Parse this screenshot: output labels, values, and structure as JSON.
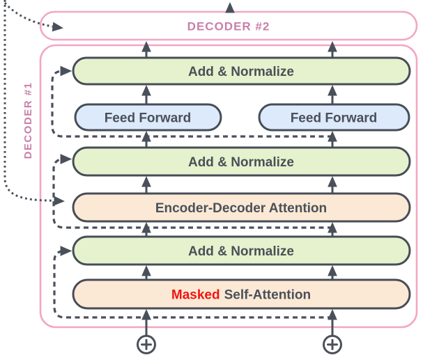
{
  "diagram": {
    "title": "transformer-decoder-stack",
    "decoder2": {
      "label": "DECODER #2"
    },
    "decoder1": {
      "label": "DECODER #1"
    },
    "blocks": {
      "add_normalize": "Add & Normalize",
      "feed_forward": "Feed Forward",
      "encoder_decoder_attention": "Encoder-Decoder Attention",
      "masked": "Masked",
      "self_attention": "Self-Attention"
    },
    "icons": {
      "positional_add": "plus-circle",
      "arrows": "up-arrow",
      "residual_connection": "dashed-arrow",
      "encoder_output": "dotted-arrow"
    },
    "colors": {
      "pink_border": "#f3a6c3",
      "pink_text": "#c97fa9",
      "green_fill": "#e6f2cd",
      "blue_fill": "#dceafb",
      "peach_fill": "#fce9d5",
      "stroke_dark": "#4a505a",
      "masked_red": "#ef1515",
      "background": "#ffffff"
    }
  }
}
